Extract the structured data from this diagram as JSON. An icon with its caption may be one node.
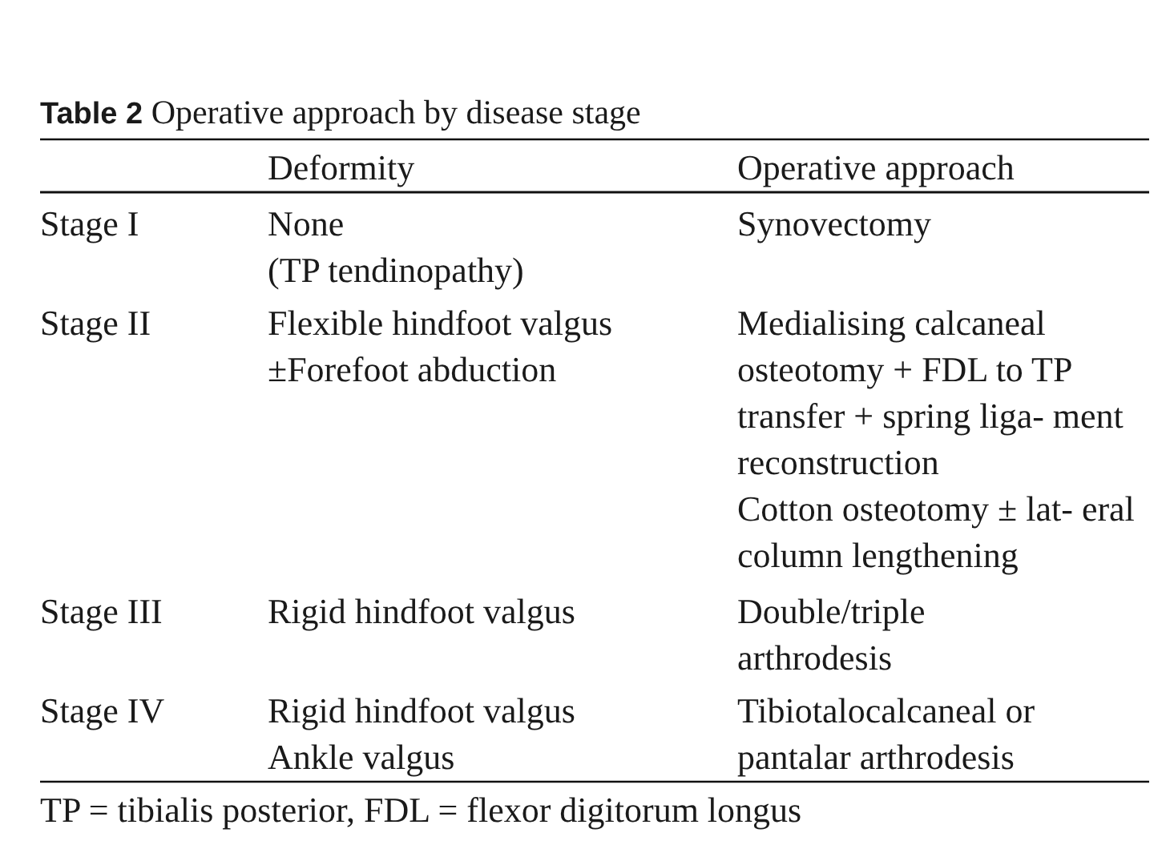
{
  "diagram": {
    "title": "**Table 2** Operative approach by disease stage",
    "caption": "TP = tibialis posterior, FDL = flexor digitorum longus",
    "labels": [
      "Deformity",
      "Operative approach",
      "Stage I",
      "None",
      "(TP tendinopathy)",
      "Synovectomy",
      "Stage II",
      "Flexible hindfoot valgus",
      "±Forefoot abduction",
      "Medialising calcaneal osteotomy + FDL to TP transfer + spring liga- ment reconstruction",
      "Cotton osteotomy ± lat- eral column lengthening",
      "Stage III",
      "Rigid hindfoot valgus",
      "Double/triple arthrodesis",
      "Stage IV",
      "Rigid hindfoot valgus",
      "Ankle valgus",
      "Tibiotalocalcaneal or pantalar arthrodesis"
    ]
  }
}
